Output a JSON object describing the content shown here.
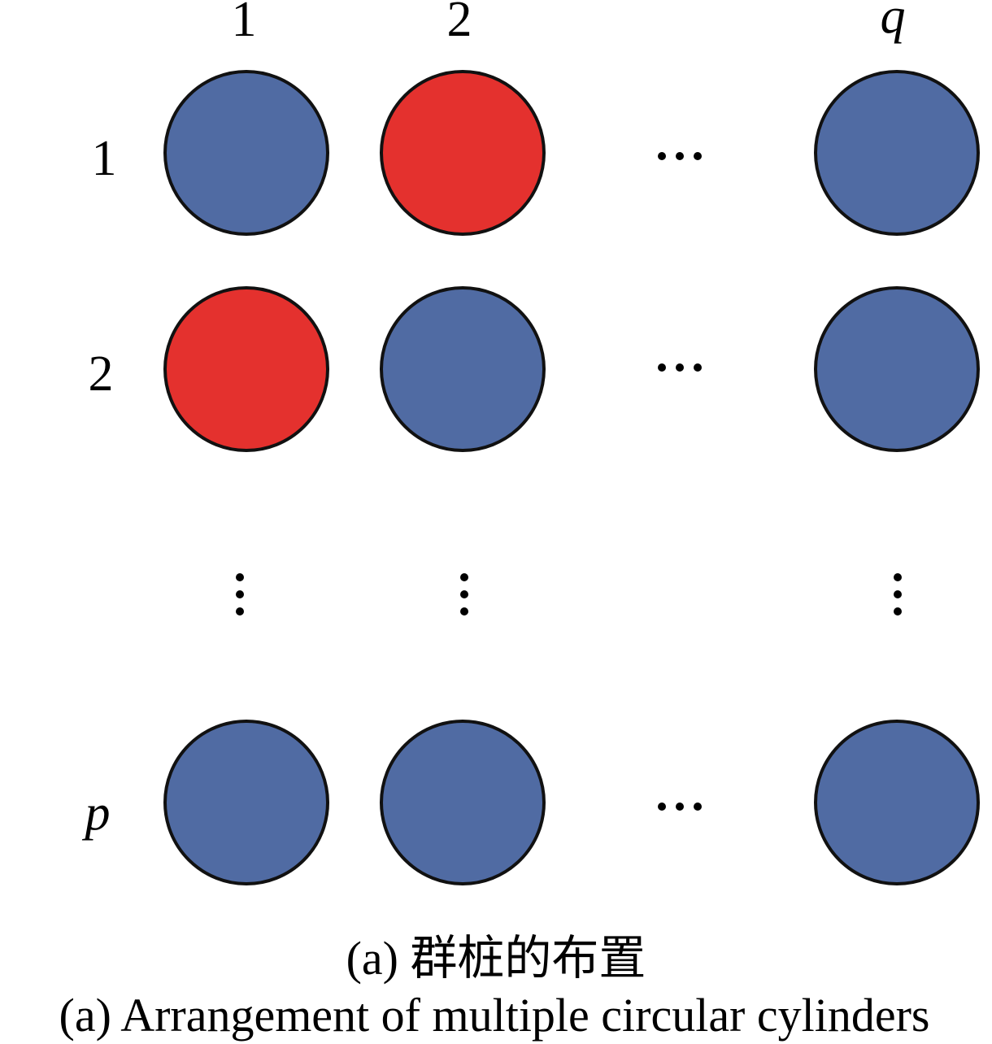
{
  "column_labels": [
    "1",
    "2",
    "q"
  ],
  "row_labels": [
    "1",
    "2",
    "p"
  ],
  "grid": [
    [
      "blue",
      "red",
      "blue"
    ],
    [
      "red",
      "blue",
      "blue"
    ],
    [
      "blue",
      "blue",
      "blue"
    ]
  ],
  "colors": {
    "blue": "#506ba3",
    "red": "#e4312e",
    "outline": "#111111"
  },
  "caption": {
    "chinese": "(a) 群桩的布置",
    "english": "(a) Arrangement of multiple circular cylinders"
  }
}
